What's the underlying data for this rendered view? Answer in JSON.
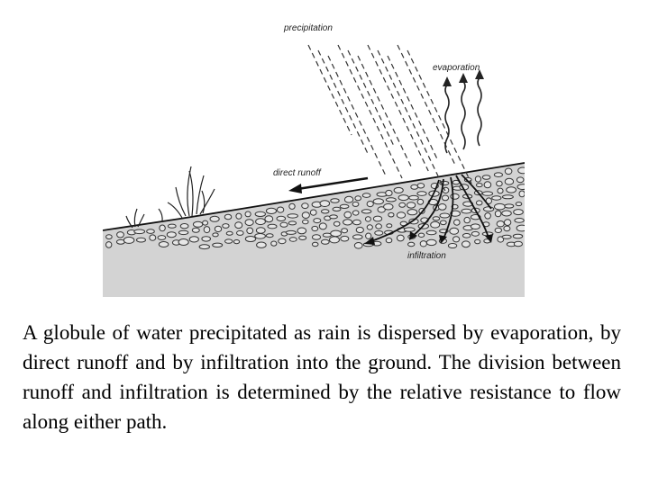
{
  "diagram": {
    "labels": {
      "precipitation": "precipitation",
      "evaporation": "evaporation",
      "direct_runoff": "direct runoff",
      "infiltration": "infiltration"
    },
    "colors": {
      "ground": "#d3d3d3",
      "ink": "#222222"
    }
  },
  "caption": "A globule of water precipitated as rain is dispersed by evaporation, by direct runoff and by infiltration into the ground. The division between runoff and infiltration is determined by the relative resistance to flow along either path."
}
